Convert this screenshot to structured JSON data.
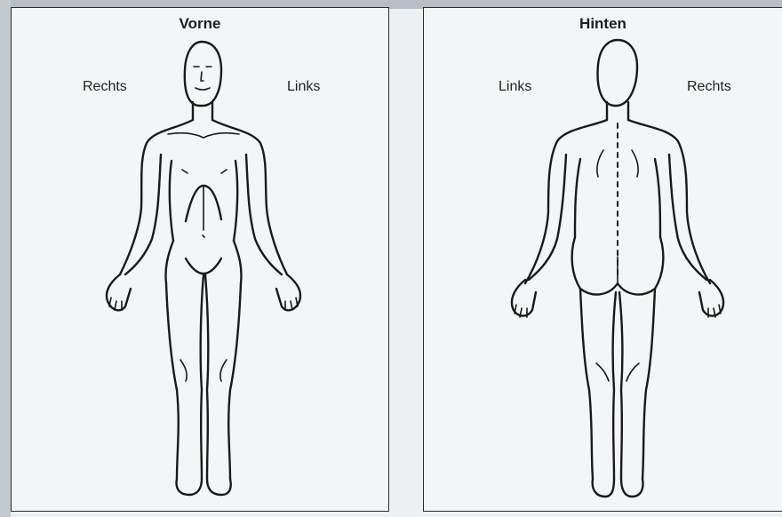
{
  "front": {
    "title": "Vorne",
    "right_label": "Rechts",
    "left_label": "Links"
  },
  "back": {
    "title": "Hinten",
    "left_label": "Links",
    "right_label": "Rechts"
  }
}
